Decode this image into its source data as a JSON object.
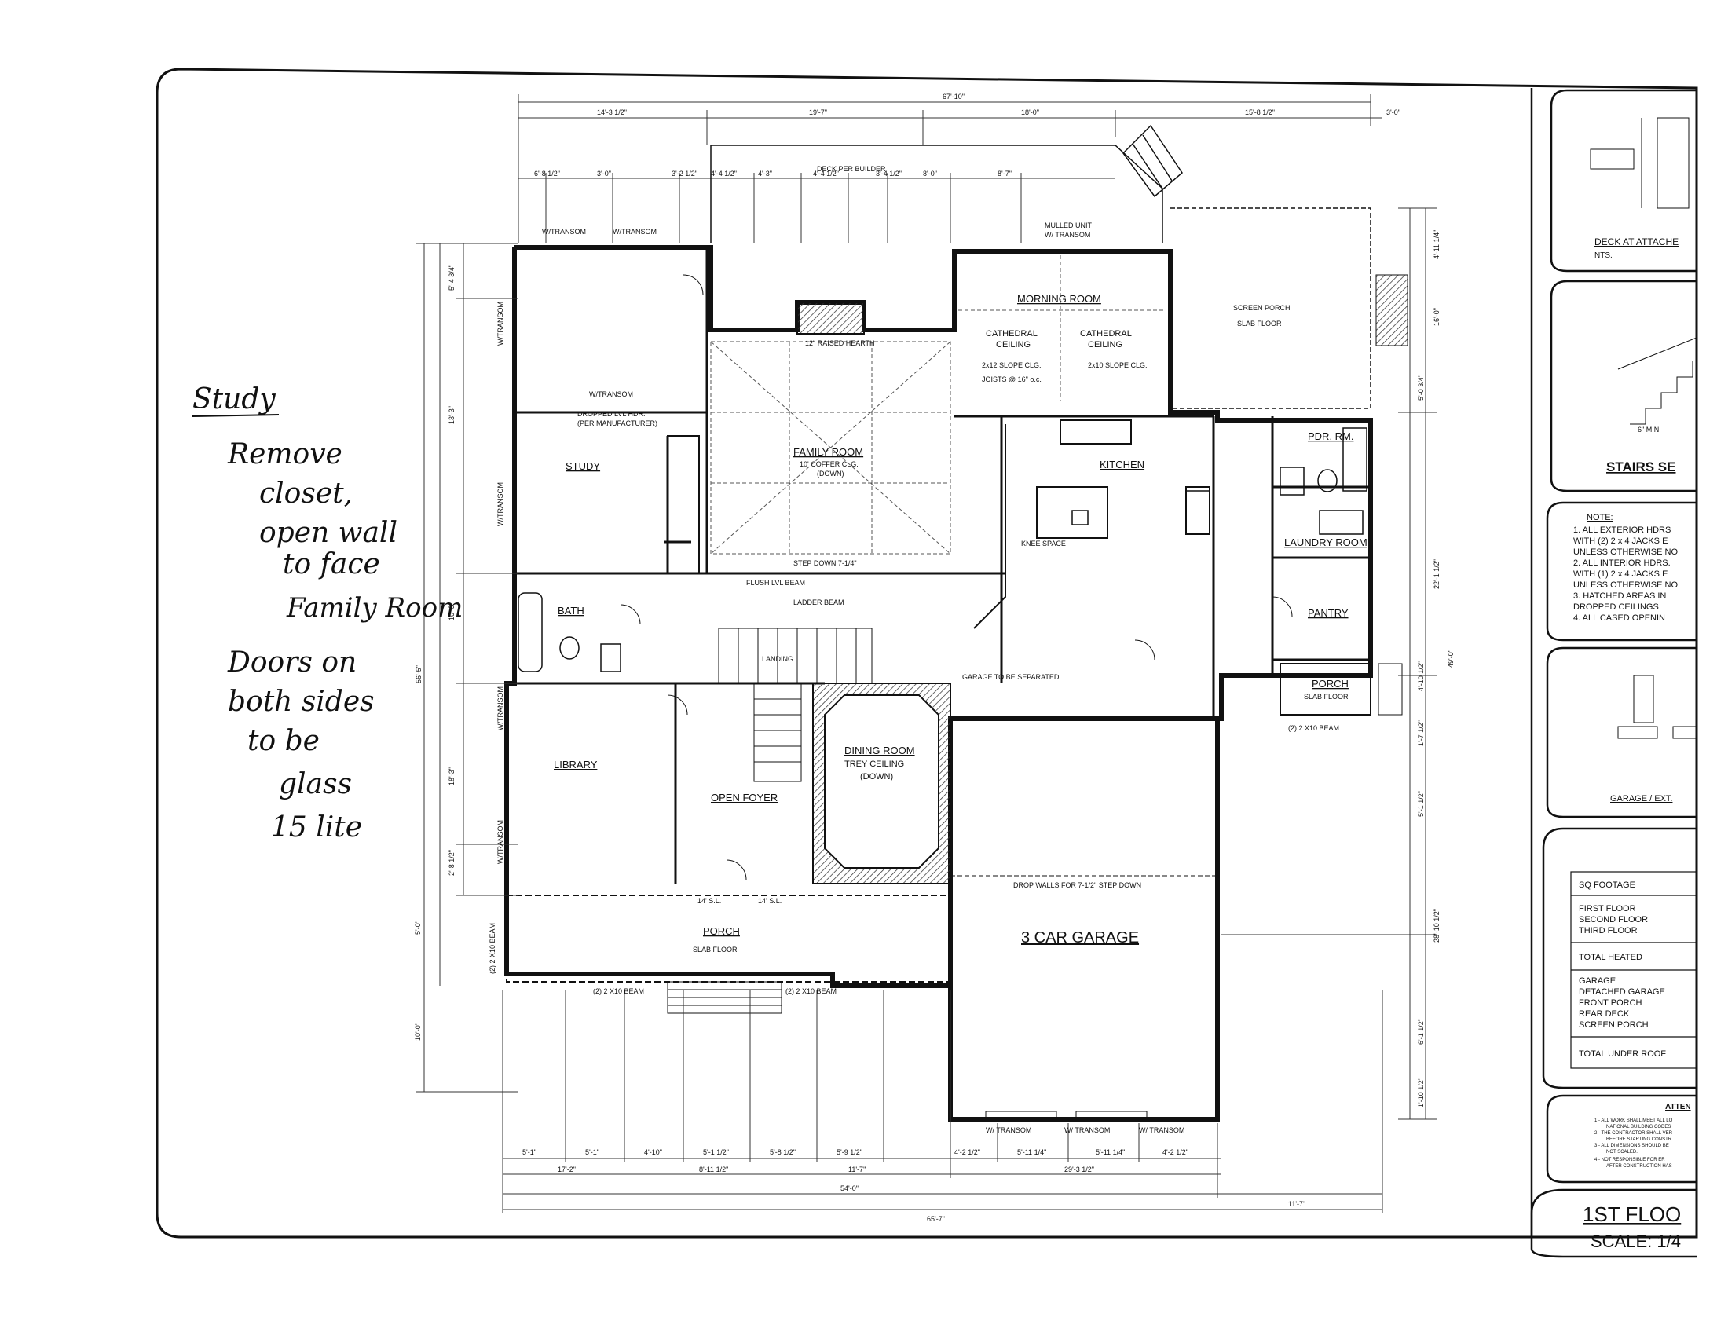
{
  "top_dimensions": [
    "67'-10\"",
    "14'-3 1/2\"",
    "19'-7\"",
    "18'-0\"",
    "15'-8 1/2\"",
    "3'-0\"",
    "6'-8 1/2\"",
    "3'-0\"",
    "3'-2 1/2\"",
    "4'-4 1/2\"",
    "4'-3\"",
    "4'-4 1/2\"",
    "3'-4 1/2\"",
    "8'-0\"",
    "8'-7\""
  ],
  "bottom_dimensions": [
    "5'-1\"",
    "5'-1\"",
    "4'-10\"",
    "5'-1 1/2\"",
    "5'-8 1/2\"",
    "5'-9 1/2\"",
    "4'-2 1/2\"",
    "5'-11 1/4\"",
    "5'-11 1/4\"",
    "4'-2 1/2\"",
    "17'-2\"",
    "8'-11 1/2\"",
    "11'-7\"",
    "29'-3 1/2\"",
    "54'-0\"",
    "11'-7\"",
    "65'-7\""
  ],
  "left_dimensions": [
    "5'-4 3/4\"",
    "13'-3\"",
    "10'-3\"",
    "56'-5\"",
    "18'-3\"",
    "2'-8 1/2\"",
    "5'-0\"",
    "10'-0\""
  ],
  "right_dimensions": [
    "4'-11 1/4\"",
    "16'-0\"",
    "5'-0 3/4\"",
    "22'-1 1/2\"",
    "49'-0\"",
    "4'-10 1/2\"",
    "1'-7 1/2\"",
    "5'-1 1/2\"",
    "28'-10 1/2\"",
    "6'-1 1/2\"",
    "1'-10 1/2\""
  ],
  "rooms": {
    "deck": "DECK PER BUILDER",
    "screen_porch": "SCREEN PORCH",
    "screen_porch_floor": "SLAB FLOOR",
    "morning_room": "MORNING ROOM",
    "cathedral_ceiling": "CATHEDRAL",
    "cathedral_ceiling_2": "CEILING",
    "family_room": "FAMILY ROOM",
    "family_room_note": "10' COFFER CLG.",
    "family_room_down": "(DOWN)",
    "kitchen": "KITCHEN",
    "pdr_rm": "PDR. RM.",
    "laundry_room": "LAUNDRY ROOM",
    "pantry": "PANTRY",
    "porch_rear": "PORCH",
    "porch_rear_floor": "SLAB FLOOR",
    "study": "STUDY",
    "bath": "BATH",
    "library": "LIBRARY",
    "open_foyer": "OPEN FOYER",
    "dining_room": "DINING ROOM",
    "dining_trey": "TREY CEILING",
    "dining_down": "(DOWN)",
    "porch_front": "PORCH",
    "porch_front_floor": "SLAB FLOOR",
    "garage": "3 CAR GARAGE"
  },
  "notes": {
    "transom_1": "W/TRANSOM",
    "transom_2": "W/TRANSOM",
    "transom_3": "W/TRANSOM",
    "transom_4": "W/TRANSOM",
    "transom_5": "W/TRANSOM",
    "transom_6": "W/TRANSOM",
    "transom_7": "W/TRANSOM",
    "dropped_lvl": "DROPPED LVL HDR.",
    "per_mfr": "(PER MANUFACTURER)",
    "joists": "JOISTS @ 16\" o.c.",
    "slope_clg_1": "2x12 SLOPE CLG.",
    "slope_clg_2": "2x10 SLOPE CLG.",
    "step_down": "STEP DOWN 7-1/4\"",
    "ladder_beam": "LADDER BEAM",
    "flush_lvl": "FLUSH LVL BEAM",
    "raised_hearth": "12\" RAISED HEARTH",
    "knee_space": "KNEE SPACE",
    "garage_sep": "GARAGE TO BE SEPARATED",
    "drop_walls": "DROP WALLS FOR 7-1/2\" STEP DOWN",
    "beam_1": "(2) 2 X10 BEAM",
    "beam_2": "(2) 2 X10 BEAM",
    "beam_3": "(2) 2 X10 BEAM",
    "beam_4": "(2) 2 X10 BEAM",
    "mulled_unit": "MULLED UNIT",
    "mulled_transom": "W/ TRANSOM",
    "landing": "LANDING",
    "st_14_1": "14' S.L.",
    "st_14_2": "14' S.L.",
    "garage_transom_1": "W/ TRANSOM",
    "garage_transom_2": "W/ TRANSOM",
    "garage_transom_3": "W/ TRANSOM"
  },
  "handwritten": {
    "heading": "Study",
    "line1": "Remove",
    "line2": "closet,",
    "line3": "open wall",
    "line4": "to face",
    "line5": "Family Room",
    "line6": "Doors on",
    "line7": "both sides",
    "line8": "to be",
    "line9": "glass",
    "line10": "15 lite"
  },
  "title_block": {
    "deck_detail": "DECK AT ATTACHE",
    "deck_nts": "NTS.",
    "stairs": "STAIRS SE",
    "stair_min": "6\" MIN.",
    "notes_heading": "NOTE:",
    "note_1a": "1. ALL EXTERIOR HDRS",
    "note_1b": "WITH (2) 2 x 4 JACKS E",
    "note_1c": "UNLESS OTHERWISE NO",
    "note_2a": "2. ALL INTERIOR HDRS.",
    "note_2b": "WITH (1) 2 x 4 JACKS E",
    "note_2c": "UNLESS OTHERWISE NO",
    "note_3a": "3. HATCHED AREAS IN",
    "note_3b": "DROPPED CEILINGS",
    "note_4": "4. ALL CASED OPENIN",
    "garage_ext": "GARAGE / EXT.",
    "sq_footage": "SQ FOOTAGE",
    "first_floor": "FIRST FLOOR",
    "second_floor": "SECOND FLOOR",
    "third_floor": "THIRD FLOOR",
    "total_heated": "TOTAL HEATED",
    "garage": "GARAGE",
    "detached_garage": "DETACHED GARAGE",
    "front_porch": "FRONT PORCH",
    "rear_deck": "REAR DECK",
    "screen_porch": "SCREEN PORCH",
    "total_under_roof": "TOTAL UNDER ROOF",
    "attention": "ATTEN",
    "attn_1": "1 - ALL WORK SHALL MEET ALL LO",
    "attn_1b": "NATIONAL BUILDING CODES",
    "attn_2": "2 - THE CONTRACTOR SHALL VER",
    "attn_2b": "BEFORE STARTING CONSTR",
    "attn_3": "3 - ALL DIMENSIONS SHOULD BE",
    "attn_3b": "NOT SCALED.",
    "attn_4": "4 - NOT RESPONSIBLE FOR ER",
    "attn_4b": "AFTER CONSTRUCTION HAS",
    "sheet_title": "1ST FLOO",
    "scale": "SCALE: 1/4"
  }
}
